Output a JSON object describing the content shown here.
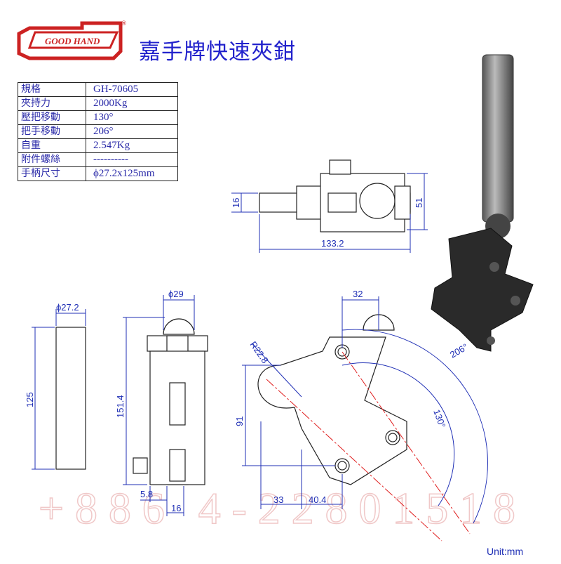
{
  "brand": {
    "logo_text": "GOOD HAND",
    "registered": "®"
  },
  "title": "嘉手牌快速夾鉗",
  "spec_table": [
    {
      "label": "規格",
      "value": "GH-70605"
    },
    {
      "label": "夾持力",
      "value": "2000Kg"
    },
    {
      "label": "壓把移動",
      "value": "130°"
    },
    {
      "label": "把手移動",
      "value": "206°"
    },
    {
      "label": "自重",
      "value": "2.547Kg"
    },
    {
      "label": "附件螺絲",
      "value": "----------"
    },
    {
      "label": "手柄尺寸",
      "value": "ϕ27.2x125mm"
    }
  ],
  "dimensions": {
    "top_width": "133.2",
    "top_height": "51",
    "top_bar": "16",
    "handle_dia": "ϕ27.2",
    "handle_len": "125",
    "front_dia": "ϕ29",
    "front_height": "151.4",
    "front_offset": "5.8",
    "front_width": "16",
    "side_top": "32",
    "radius": "R22.8",
    "side_height": "91",
    "side_w1": "33",
    "side_w2": "40.4",
    "angle_handle": "206°",
    "angle_press": "130°"
  },
  "watermark": "+886 4-22801518",
  "unit_label": "Unit:mm",
  "colors": {
    "dim": "#1f2fb5",
    "title": "#2222cc",
    "logo": "#cc2222",
    "center_line": "#e02020"
  }
}
